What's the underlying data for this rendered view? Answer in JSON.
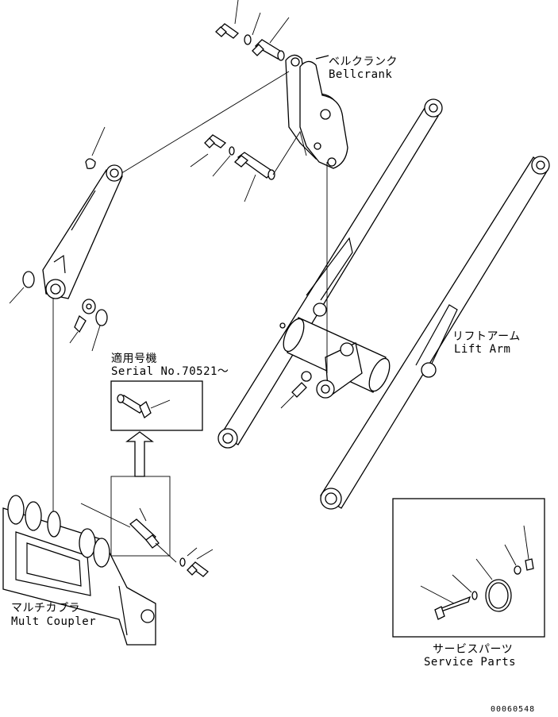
{
  "labels": {
    "bellcrank_jp": "ベルクランク",
    "bellcrank_en": "Bellcrank",
    "lift_arm_jp": "リフトアーム",
    "lift_arm_en": "Lift Arm",
    "serial_jp": "適用号機",
    "serial_en": "Serial No.70521～",
    "coupler_jp": "マルチカプラ",
    "coupler_en": "Mult Coupler",
    "service_jp": "サービスパーツ",
    "service_en": "Service Parts",
    "drawing_no": "00060548"
  }
}
